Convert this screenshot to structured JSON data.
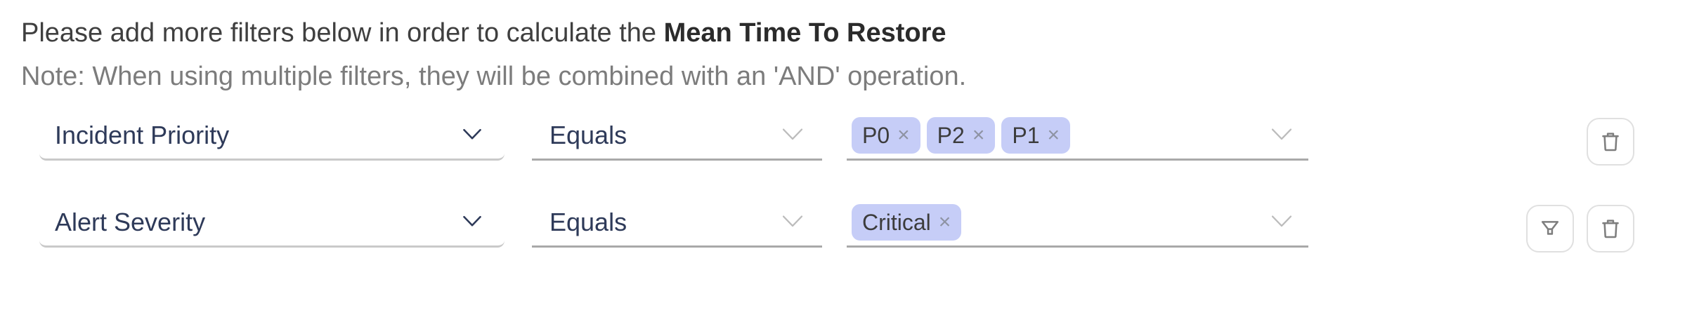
{
  "header": {
    "intro": "Please add more filters below in order to calculate the",
    "metric": "Mean Time To Restore",
    "note": "Note: When using multiple filters, they will be combined with an 'AND' operation."
  },
  "filters": {
    "rows": [
      {
        "field": "Incident Priority",
        "operator": "Equals",
        "values": [
          "P0",
          "P2",
          "P1"
        ]
      },
      {
        "field": "Alert Severity",
        "operator": "Equals",
        "values": [
          "Critical"
        ]
      }
    ]
  },
  "icons": {
    "remove": "×",
    "chevron_down": "chevron-down",
    "trash": "trash-can",
    "filter": "funnel"
  },
  "colors": {
    "chip_bg": "#c6cdf7",
    "chip_text": "#3c3c3c",
    "chip_remove": "#8e93a3",
    "field_text": "#2e3a59",
    "underline_light": "#c9c9c9",
    "underline_dark": "#a9a9a9",
    "icon_gray": "#7e7e7e"
  }
}
